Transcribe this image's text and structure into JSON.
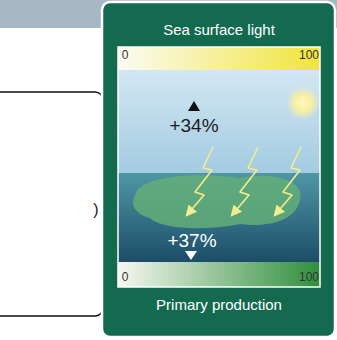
{
  "diagram": {
    "nodes": [
      {
        "text": [
          ")"
        ]
      },
      {
        "text": [
          "Sea surface light",
          "Primary production"
        ]
      },
      {
        "text": [
          "0",
          "100"
        ],
        "in": 1
      },
      {
        "text": [
          "+34%",
          "+37%"
        ],
        "in": 1
      },
      {
        "text": [
          "0",
          "100"
        ],
        "in": 1
      }
    ]
  }
}
